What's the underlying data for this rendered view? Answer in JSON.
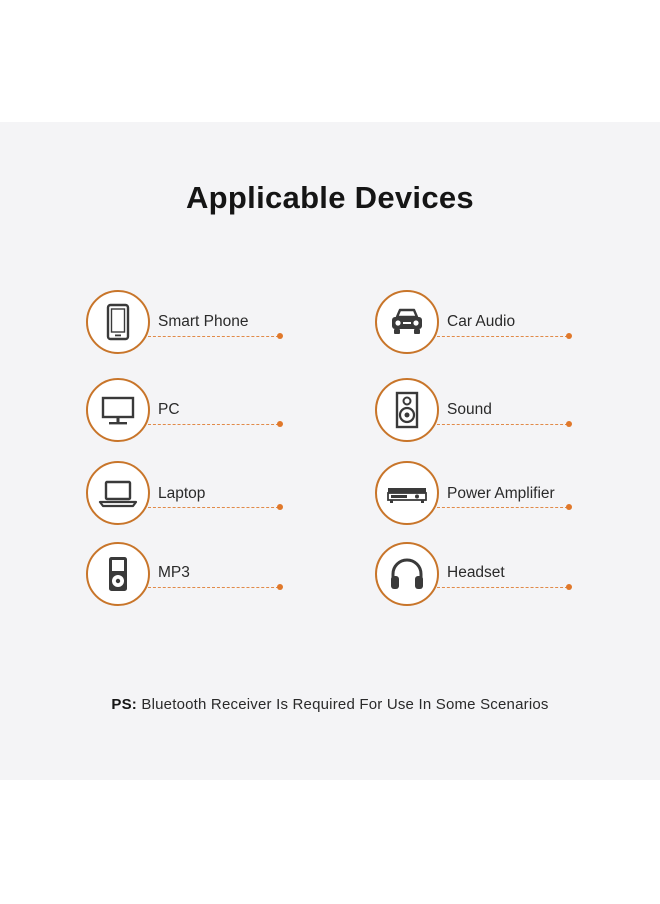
{
  "title": "Applicable Devices",
  "devices": [
    {
      "label": "Smart Phone",
      "icon": "smartphone-icon"
    },
    {
      "label": "Car Audio",
      "icon": "car-icon"
    },
    {
      "label": "PC",
      "icon": "monitor-icon"
    },
    {
      "label": "Sound",
      "icon": "speaker-icon"
    },
    {
      "label": "Laptop",
      "icon": "laptop-icon"
    },
    {
      "label": "Power Amplifier",
      "icon": "amplifier-icon"
    },
    {
      "label": "MP3",
      "icon": "mp3-player-icon"
    },
    {
      "label": "Headset",
      "icon": "headphones-icon"
    }
  ],
  "note": {
    "prefix": "PS:",
    "text": "Bluetooth Receiver Is Required For Use In Some Scenarios"
  },
  "colors": {
    "accent": "#c8752a",
    "dot": "#e0782a",
    "icon": "#3a3a3a",
    "panel": "#f4f4f6"
  }
}
